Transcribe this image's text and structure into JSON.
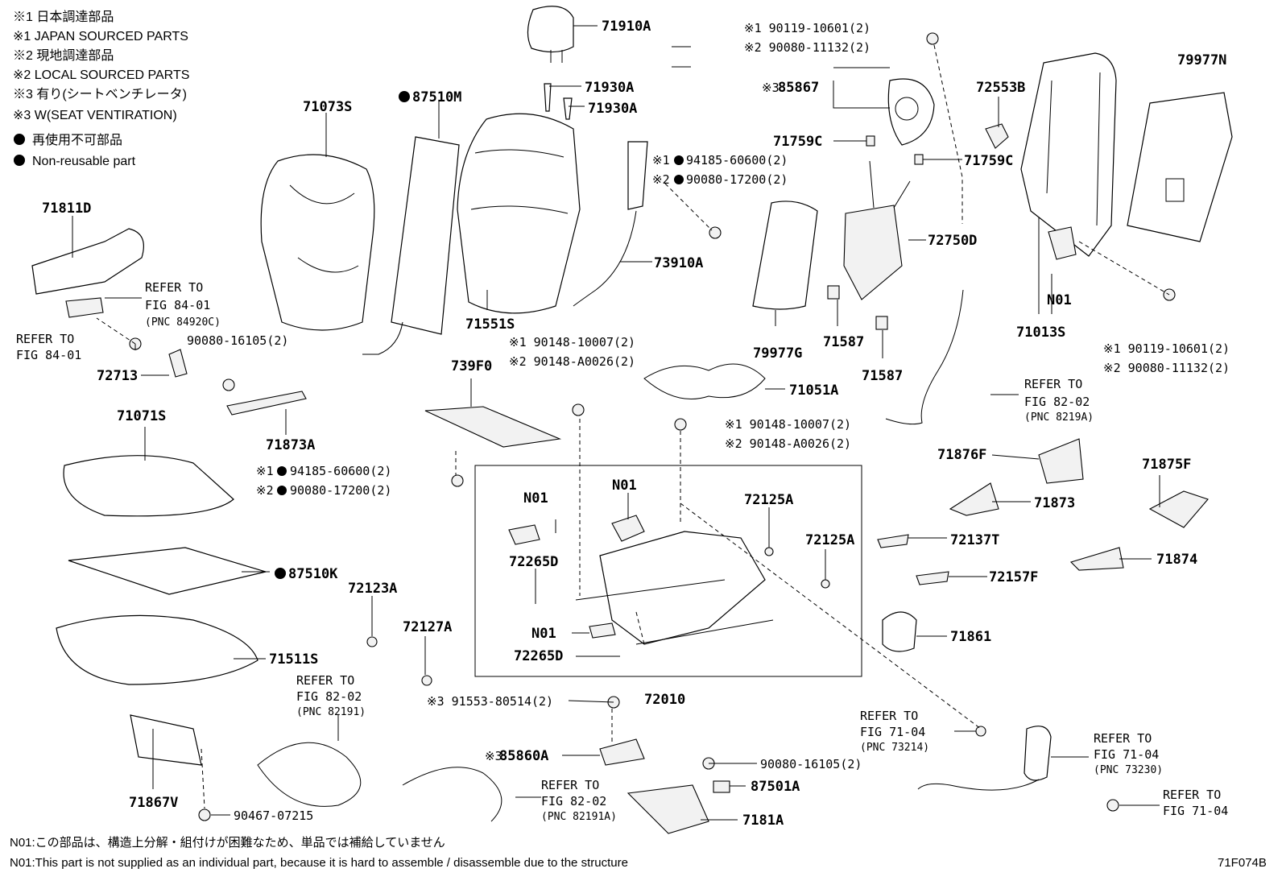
{
  "legend": {
    "l1": "※1 日本調達部品",
    "l2": "※1 JAPAN SOURCED PARTS",
    "l3": "※2 現地調達部品",
    "l4": "※2 LOCAL SOURCED PARTS",
    "l5": "※3 有り(シートベンチレータ)",
    "l6": "※3 W(SEAT VENTIRATION)",
    "l7": "再使用不可部品",
    "l8": "Non-reusable part"
  },
  "parts": {
    "p71910A": "71910A",
    "p71930A_1": "71930A",
    "p71930A_2": "71930A",
    "p71073S": "71073S",
    "p87510M": "87510M",
    "p71811D": "71811D",
    "p71551S": "71551S",
    "p73910A": "73910A",
    "p71759C_1": "71759C",
    "p71759C_2": "71759C",
    "p72553B": "72553B",
    "p79977N": "79977N",
    "p85867": "85867",
    "p72750D": "72750D",
    "p79977G": "79977G",
    "p71587_1": "71587",
    "p71587_2": "71587",
    "pN01_a": "N01",
    "p71013S": "71013S",
    "p72713": "72713",
    "p739F0": "739F0",
    "p71051A": "71051A",
    "p71071S": "71071S",
    "p71873A": "71873A",
    "p71876F": "71876F",
    "p71875F": "71875F",
    "p71873": "71873",
    "pN01_b": "N01",
    "pN01_c": "N01",
    "p72125A_1": "72125A",
    "p72125A_2": "72125A",
    "p72137T": "72137T",
    "p72265D_1": "72265D",
    "p72265D_2": "72265D",
    "pN01_d": "N01",
    "p71874": "71874",
    "p72157F": "72157F",
    "p87510K": "87510K",
    "p72123A": "72123A",
    "p72127A": "72127A",
    "p71861": "71861",
    "p71511S": "71511S",
    "p72010": "72010",
    "p85860A": "85860A",
    "p71867V": "71867V",
    "p87501A": "87501A",
    "p7181A": "7181A"
  },
  "fasteners": {
    "f_top_1": "※1 90119-10601(2)",
    "f_top_2": "※2 90080-11132(2)",
    "f_mid_1": "※1",
    "f_mid_1n": "94185-60600(2)",
    "f_mid_2": "※2",
    "f_mid_2n": "90080-17200(2)",
    "f_right_1": "※1 90119-10601(2)",
    "f_right_2": "※2 90080-11132(2)",
    "f_16105a": "90080-16105(2)",
    "f_148_1": "※1 90148-10007(2)",
    "f_148_2": "※2 90148-A0026(2)",
    "f_148b_1": "※1 90148-10007(2)",
    "f_148b_2": "※2 90148-A0026(2)",
    "f_left_1": "※1",
    "f_left_1n": "94185-60600(2)",
    "f_left_2": "※2",
    "f_left_2n": "90080-17200(2)",
    "f_91553": "※3 91553-80514(2)",
    "f_16105b": "90080-16105(2)",
    "f_90467": "90467-07215",
    "f_85860_mark": "※3"
  },
  "refs": {
    "r1_a": "REFER TO",
    "r1_b": "FIG 84-01",
    "r1_c": "(PNC 84920C)",
    "r2_a": "REFER TO",
    "r2_b": "FIG 84-01",
    "r3_a": "REFER TO",
    "r3_b": "FIG 82-02",
    "r3_c": "(PNC 8219A)",
    "r4_a": "REFER TO",
    "r4_b": "FIG 82-02",
    "r4_c": "(PNC 82191)",
    "r5_a": "REFER TO",
    "r5_b": "FIG 82-02",
    "r5_c": "(PNC 82191A)",
    "r6_a": "REFER TO",
    "r6_b": "FIG 71-04",
    "r6_c": "(PNC 73214)",
    "r7_a": "REFER TO",
    "r7_b": "FIG 71-04",
    "r7_c": "(PNC 73230)",
    "r8_a": "REFER TO",
    "r8_b": "FIG 71-04"
  },
  "footer": {
    "jp": "N01:この部品は、構造上分解・組付けが困難なため、単品では補給していません",
    "en": "N01:This part is not supplied as an individual part, because it is hard to assemble / disassemble due to the structure",
    "code": "71F074B"
  }
}
